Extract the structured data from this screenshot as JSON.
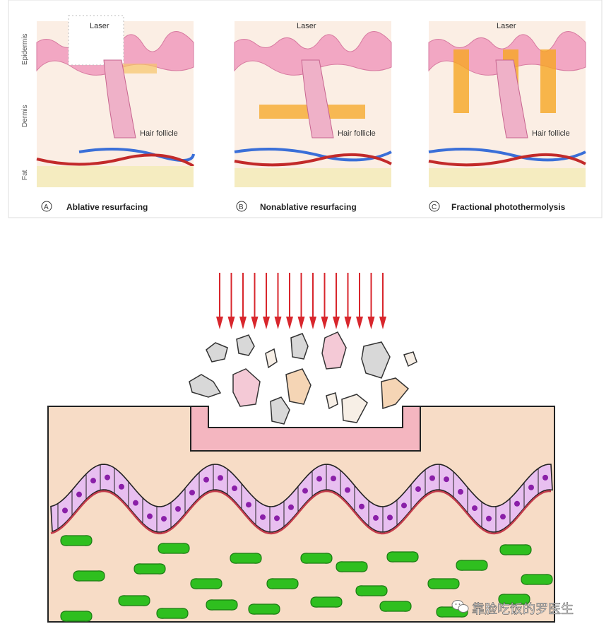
{
  "top": {
    "side_labels": [
      "Epidermis",
      "Dermis",
      "Fat"
    ],
    "panels": [
      {
        "letter": "A",
        "laser": "Laser",
        "follicle": "Hair follicle",
        "caption": "Ablative resurfacing"
      },
      {
        "letter": "B",
        "laser": "Laser",
        "follicle": "Hair follicle",
        "caption": "Nonablative resurfacing"
      },
      {
        "letter": "C",
        "laser": "Laser",
        "follicle": "Hair follicle",
        "caption": "Fractional photothermolysis"
      }
    ]
  },
  "watermark": {
    "text": "靠脸吃饭的罗医生",
    "icon": "wechat-icon"
  },
  "colors": {
    "skin": "#f7dcc6",
    "epidermis": "#f2a7c3",
    "laser_arrow": "#d8262c",
    "cell_fill": "#e8bff0",
    "cell_nucleus": "#8a1fa8",
    "fibroblast": "#2fbf1f",
    "heat": "#f6a623"
  }
}
